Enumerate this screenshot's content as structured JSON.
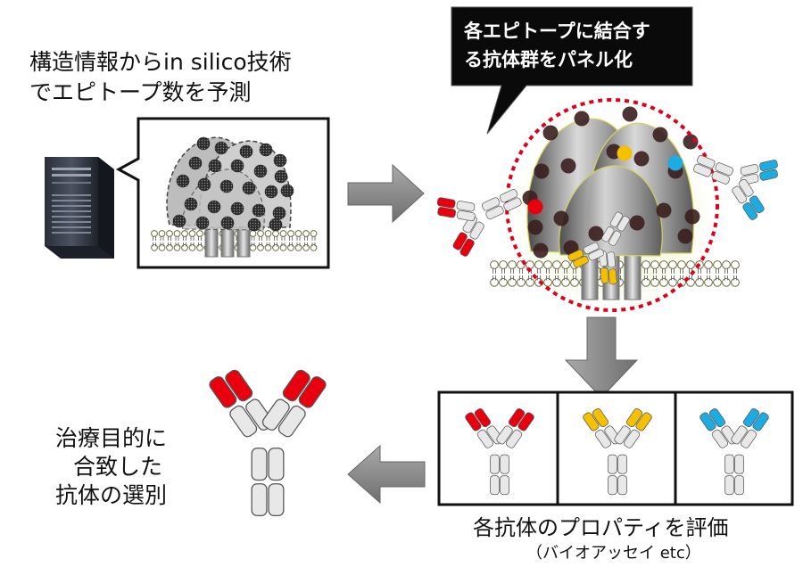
{
  "texts": {
    "prediction_line1": "構造情報からin silico技術",
    "prediction_line2": "でエピトープ数を予測",
    "bubble_line1": "各エピトープに結合す",
    "bubble_line2": "る抗体群をパネル化",
    "evaluate_caption": "各抗体のプロパティを評価",
    "evaluate_sub": "（バイオアッセイ etc）",
    "select_line1": "治療目的に",
    "select_line2": "合致した",
    "select_line3": "抗体の選別"
  },
  "colors": {
    "red": "#e8000f",
    "gold": "#f5c000",
    "sky": "#1cabe2",
    "epitope_dark": "#3b1f1f",
    "callout_bubble": "#0a0a0a",
    "dashed_circle": "#e0001a",
    "arrow_grey": "#8a8a8a"
  },
  "icons": {
    "server": "server-tower-icon",
    "antibody": "antibody-icon",
    "protein": "membrane-protein-icon"
  }
}
